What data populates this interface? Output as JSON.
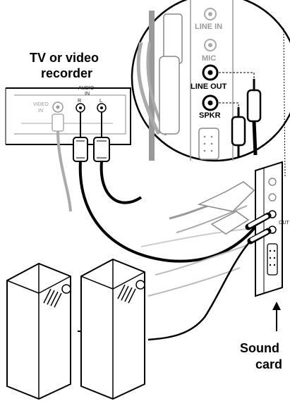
{
  "labels": {
    "tv_title_line1": "TV or video",
    "tv_title_line2": "recorder",
    "sound_card_line1": "Sound",
    "sound_card_line2": "card"
  },
  "tv_panel": {
    "video_in_line1": "VIDEO",
    "video_in_line2": "IN",
    "audio_in_line1": "AUDIO",
    "audio_in_line2": "IN",
    "right_jack": "R",
    "left_jack": "L"
  },
  "zoom_jacks": {
    "line_in": "LINE IN",
    "mic": "MIC",
    "line_out": "LINE OUT",
    "spkr": "SPKR"
  },
  "card_jacks": {
    "out": "OUT"
  }
}
